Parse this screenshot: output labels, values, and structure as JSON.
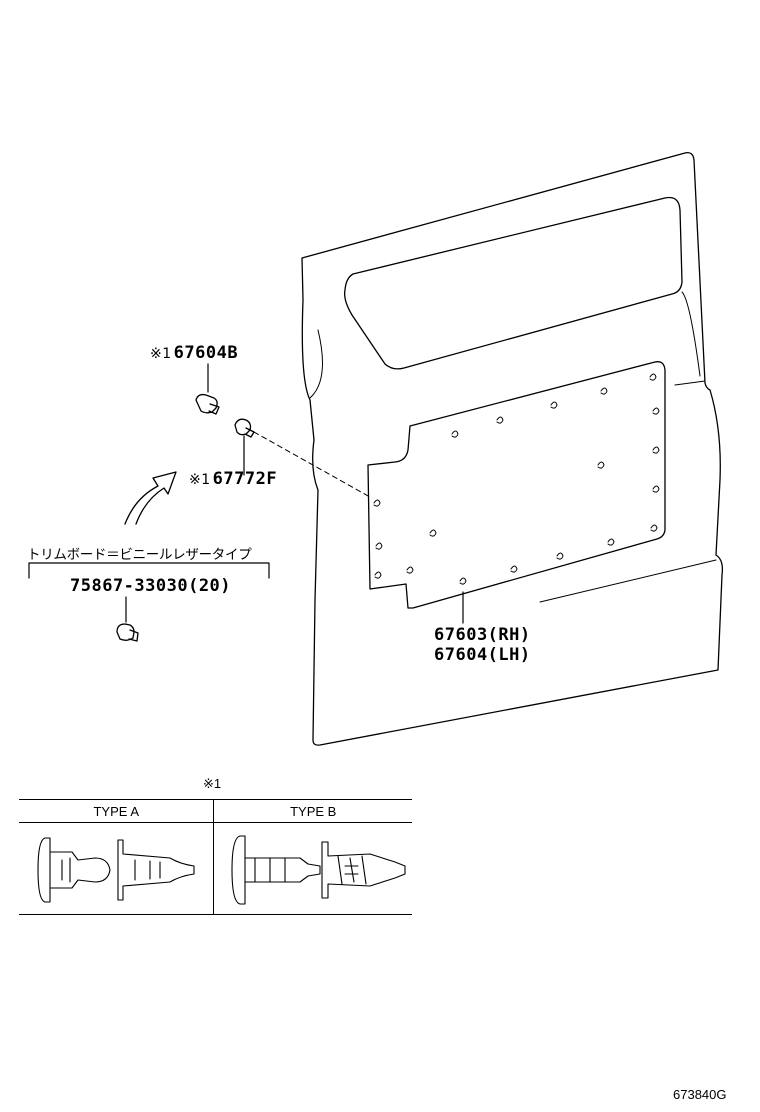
{
  "labels": {
    "clip_b": {
      "mark": "※1",
      "part": "67604B"
    },
    "clip_f": {
      "mark": "※1",
      "part": "67772F"
    },
    "trim_note": "トリムボード＝ビニールレザータイプ",
    "screw_part": "75867-33030(20)",
    "board_rh": "67603(RH)",
    "board_lh": "67604(LH)"
  },
  "type_table": {
    "mark": "※1",
    "headers": [
      "TYPE  A",
      "TYPE  B"
    ]
  },
  "footer_code": "673840G",
  "icons": [
    "door-panel",
    "trim-board",
    "clip-67604B",
    "clip-67772F",
    "screw-clip",
    "curved-arrow",
    "clip-type-a",
    "clip-type-b"
  ]
}
